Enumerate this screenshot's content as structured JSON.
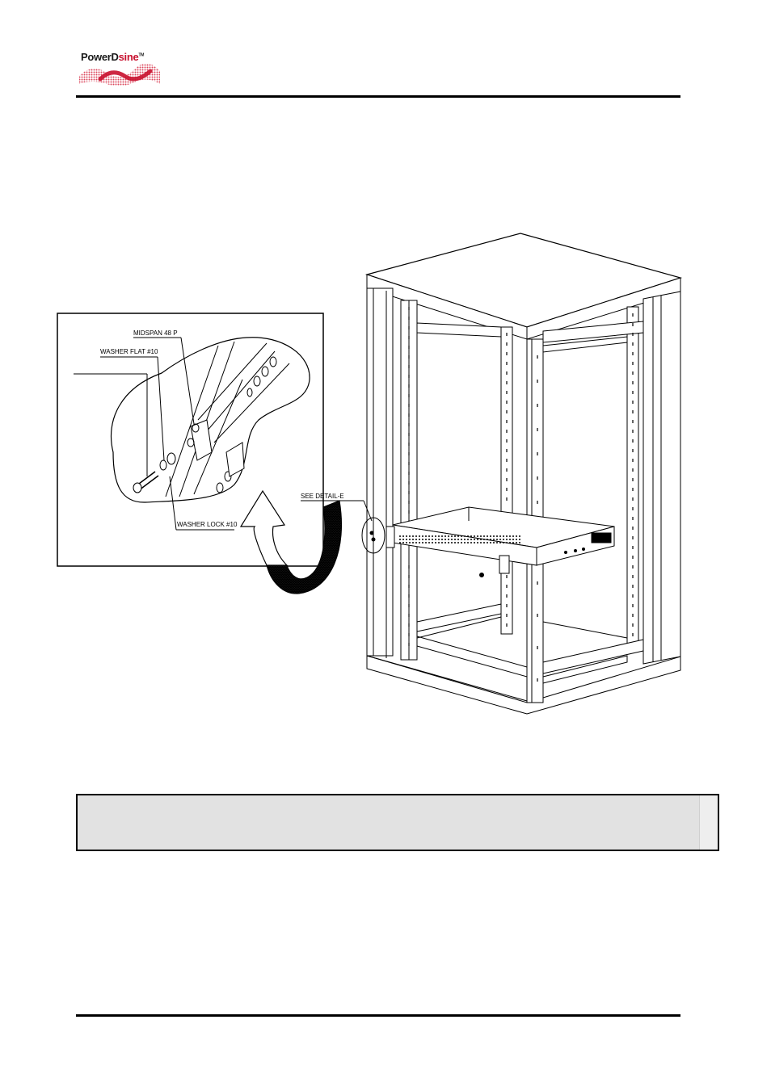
{
  "header": {
    "logo": {
      "brand_text_a": "PowerD",
      "brand_text_b": "sine",
      "trademark": "TM"
    }
  },
  "figure": {
    "labels": {
      "midspan": "MIDSPAN 48 P",
      "washer_flat": "WASHER FLAT #10",
      "washer_lock": "WASHER LOCK #10",
      "see_detail": "SEE DETAIL-E"
    }
  },
  "note": {
    "text": ""
  }
}
